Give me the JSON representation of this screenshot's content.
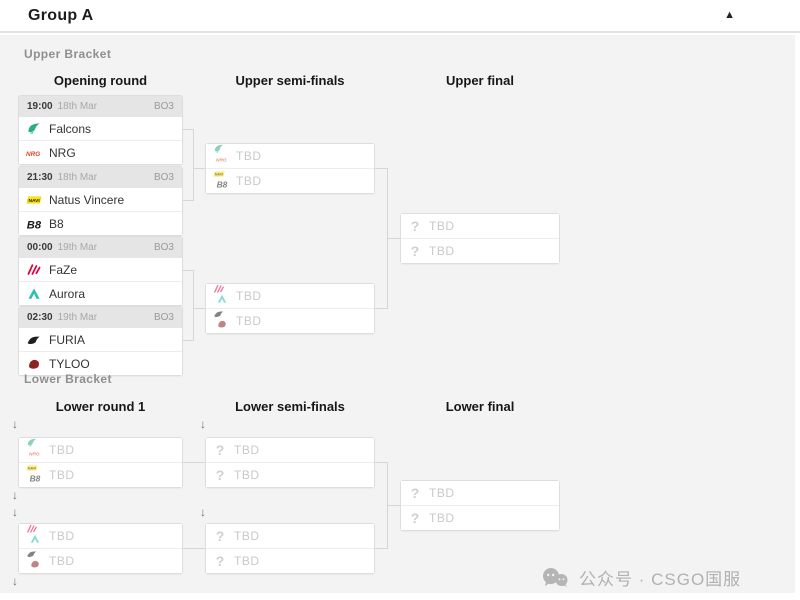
{
  "header": {
    "title": "Group A"
  },
  "icons": {
    "collapse": "▲",
    "drop": "↓",
    "question": "?"
  },
  "upper": {
    "label": "Upper Bracket",
    "columns": [
      "Opening round",
      "Upper semi-finals",
      "Upper final"
    ],
    "matches": [
      {
        "time": "19:00",
        "date": "18th Mar",
        "format": "BO3",
        "team1": "Falcons",
        "team2": "NRG"
      },
      {
        "time": "21:30",
        "date": "18th Mar",
        "format": "BO3",
        "team1": "Natus Vincere",
        "team2": "B8"
      },
      {
        "time": "00:00",
        "date": "19th Mar",
        "format": "BO3",
        "team1": "FaZe",
        "team2": "Aurora"
      },
      {
        "time": "02:30",
        "date": "19th Mar",
        "format": "BO3",
        "team1": "FURIA",
        "team2": "TYLOO"
      }
    ],
    "semifinals": [
      {
        "team1": "TBD",
        "team2": "TBD"
      },
      {
        "team1": "TBD",
        "team2": "TBD"
      }
    ],
    "final": {
      "team1": "TBD",
      "team2": "TBD"
    }
  },
  "lower": {
    "label": "Lower Bracket",
    "columns": [
      "Lower round 1",
      "Lower semi-finals",
      "Lower final"
    ],
    "round1": [
      {
        "team1": "TBD",
        "team2": "TBD"
      },
      {
        "team1": "TBD",
        "team2": "TBD"
      }
    ],
    "semifinals": [
      {
        "team1": "TBD",
        "team2": "TBD"
      },
      {
        "team1": "TBD",
        "team2": "TBD"
      }
    ],
    "final": {
      "team1": "TBD",
      "team2": "TBD"
    }
  },
  "footer": {
    "watermark": "公众号 · CSGO国服"
  },
  "colors": {
    "falcons": "#2fae7d",
    "nrg": "#e0452f",
    "navi": "#ffe400",
    "b8": "#1a1a1a",
    "faze": "#e4013b",
    "aurora": "#29c2ae",
    "furia": "#1f1f1f",
    "tyloo": "#8c2222"
  }
}
